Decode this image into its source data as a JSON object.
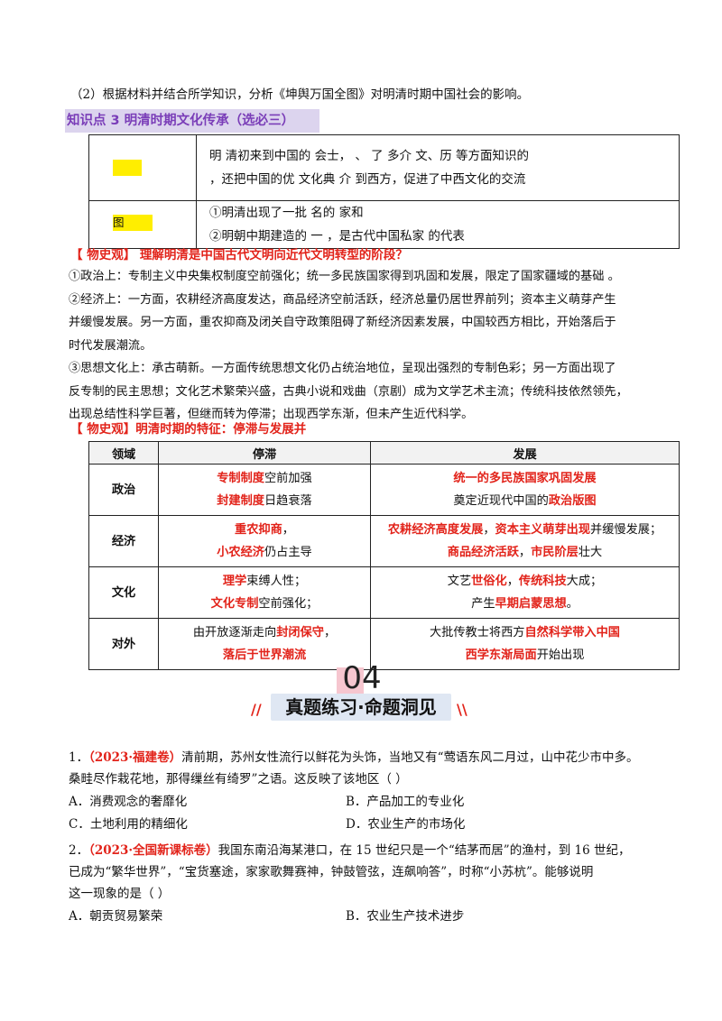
{
  "intro_question": "（2）根据材料并结合所学知识，分析《坤舆万国全图》对明清时期中国社会的影响。",
  "knowledge_point": {
    "heading": "知识点 3  明清时期文化传承（选必三）",
    "rows": [
      {
        "label": "",
        "lines": [
          "明   清初来到中国的        会士，        、        了   多介      文、历    等方面知识的",
          "，还把中国的优    文化典    介    到西方，促进了中西文化的交流"
        ]
      },
      {
        "label": "图",
        "lines": [
          "①明清出现了一批    名的        家和",
          "②明朝中期建造的    一    ，是古代中国私家        的代表"
        ]
      }
    ]
  },
  "view1": {
    "heading": "【    物史观】    理解明清是中国古代文明向近代文明转型的阶段？",
    "paragraphs": [
      "①政治上：专制主义中央集权制度空前强化；统一多民族国家得到巩固和发展，限定了国家疆域的基础  。",
      "②经济上：一方面，农耕经济高度发达，商品经济空前活跃，经济总量仍居世界前列；资本主义萌芽产生",
      "并缓慢发展。另一方面，重农抑商及闭关自守政策阻碍了新经济因素发展，中国较西方相比，开始落后于",
      "时代发展潮流。",
      "③思想文化上：承古萌新。一方面传统思想文化仍占统治地位，呈现出强烈的专制色彩；另一方面出现了",
      "反专制的民主思想；文化艺术繁荣兴盛，古典小说和戏曲（京剧）成为文学艺术主流；传统科技依然领先，",
      "出现总结性科学巨著，但继而转为停滞；出现西学东渐，但未产生近代科学。"
    ]
  },
  "view2": {
    "heading": "【    物史观】明清时期的特征：停滞与发展并",
    "headers": [
      "领域",
      "停滞",
      "发展"
    ],
    "rows": [
      {
        "domain": "政治",
        "stag": [
          [
            {
              "t": "专制制度",
              "r": true
            },
            {
              "t": "空前加强"
            }
          ],
          [
            {
              "t": "封建制度",
              "r": true
            },
            {
              "t": "日趋衰落"
            }
          ]
        ],
        "dev": [
          [
            {
              "t": "统一的多民族国家巩固发展",
              "r": true
            }
          ],
          [
            {
              "t": "奠定近现代中国的"
            },
            {
              "t": "政治版图",
              "r": true
            }
          ]
        ]
      },
      {
        "domain": "经济",
        "stag": [
          [
            {
              "t": "重农抑商",
              "r": true
            },
            {
              "t": "，"
            }
          ],
          [
            {
              "t": "小农经济",
              "r": true
            },
            {
              "t": "仍占主导"
            }
          ]
        ],
        "dev": [
          [
            {
              "t": "农耕经济高度发展",
              "r": true
            },
            {
              "t": "，"
            },
            {
              "t": "资本主义萌芽出现",
              "r": true
            },
            {
              "t": "并缓慢发展；"
            }
          ],
          [
            {
              "t": "商品经济活跃",
              "r": true
            },
            {
              "t": "，"
            },
            {
              "t": "市民阶层",
              "r": true
            },
            {
              "t": "壮大"
            }
          ]
        ]
      },
      {
        "domain": "文化",
        "stag": [
          [
            {
              "t": "理学",
              "r": true
            },
            {
              "t": "束缚人性；"
            }
          ],
          [
            {
              "t": "文化专制",
              "r": true
            },
            {
              "t": "空前强化；"
            }
          ]
        ],
        "dev": [
          [
            {
              "t": "文艺"
            },
            {
              "t": "世俗化",
              "r": true
            },
            {
              "t": "，"
            },
            {
              "t": "传统科技",
              "r": true
            },
            {
              "t": "大成；"
            }
          ],
          [
            {
              "t": "产生"
            },
            {
              "t": "早期启蒙思想",
              "r": true
            },
            {
              "t": "。"
            }
          ]
        ]
      },
      {
        "domain": "对外",
        "stag": [
          [
            {
              "t": "由开放逐渐走向"
            },
            {
              "t": "封闭保守",
              "r": true
            },
            {
              "t": "，"
            }
          ],
          [
            {
              "t": "落后于世界潮流",
              "r": true
            }
          ]
        ],
        "dev": [
          [
            {
              "t": "大批传教士将西方"
            },
            {
              "t": "自然科学带入中国",
              "r": true
            }
          ],
          [
            {
              "t": "西学东渐局面",
              "r": true
            },
            {
              "t": "开始出现"
            }
          ]
        ]
      }
    ]
  },
  "section": {
    "number": "04",
    "title": "真题练习·命题洞见",
    "slashes": "//",
    "slashes_right": "\\\\"
  },
  "questions": [
    {
      "num": "1．",
      "source": "（2023·福建卷）",
      "lines": [
        "清前期，苏州女性流行以鲜花为头饰，当地又有“莺语东风二月过，山中花少市中多。",
        "桑畦尽作栽花地，那得缫丝有绮罗”之语。这反映了该地区（      ）"
      ],
      "options": [
        "A．消费观念的奢靡化",
        "B．产品加工的专业化",
        "C．土地利用的精细化",
        "D．农业生产的市场化"
      ]
    },
    {
      "num": "2．",
      "source": "（2023·全国新课标卷）",
      "lines": [
        "我国东南沿海某港口，在 15 世纪只是一个“结茅而居”的渔村，到 16 世纪，",
        "已成为“繁华世界”，“宝货塞途，家家歌舞赛神，钟鼓管弦，连飙响答”，时称“小苏杭”。能够说明",
        "这一现象的是（      ）"
      ],
      "options": [
        "A．朝贡贸易繁荣",
        "B．农业生产技术进步"
      ]
    }
  ],
  "colors": {
    "accent_red": "#e2231a",
    "heading_purple": "#7a3db8",
    "heading_bg": "#dcd4ee",
    "highlight_yellow": "#ffee00"
  }
}
